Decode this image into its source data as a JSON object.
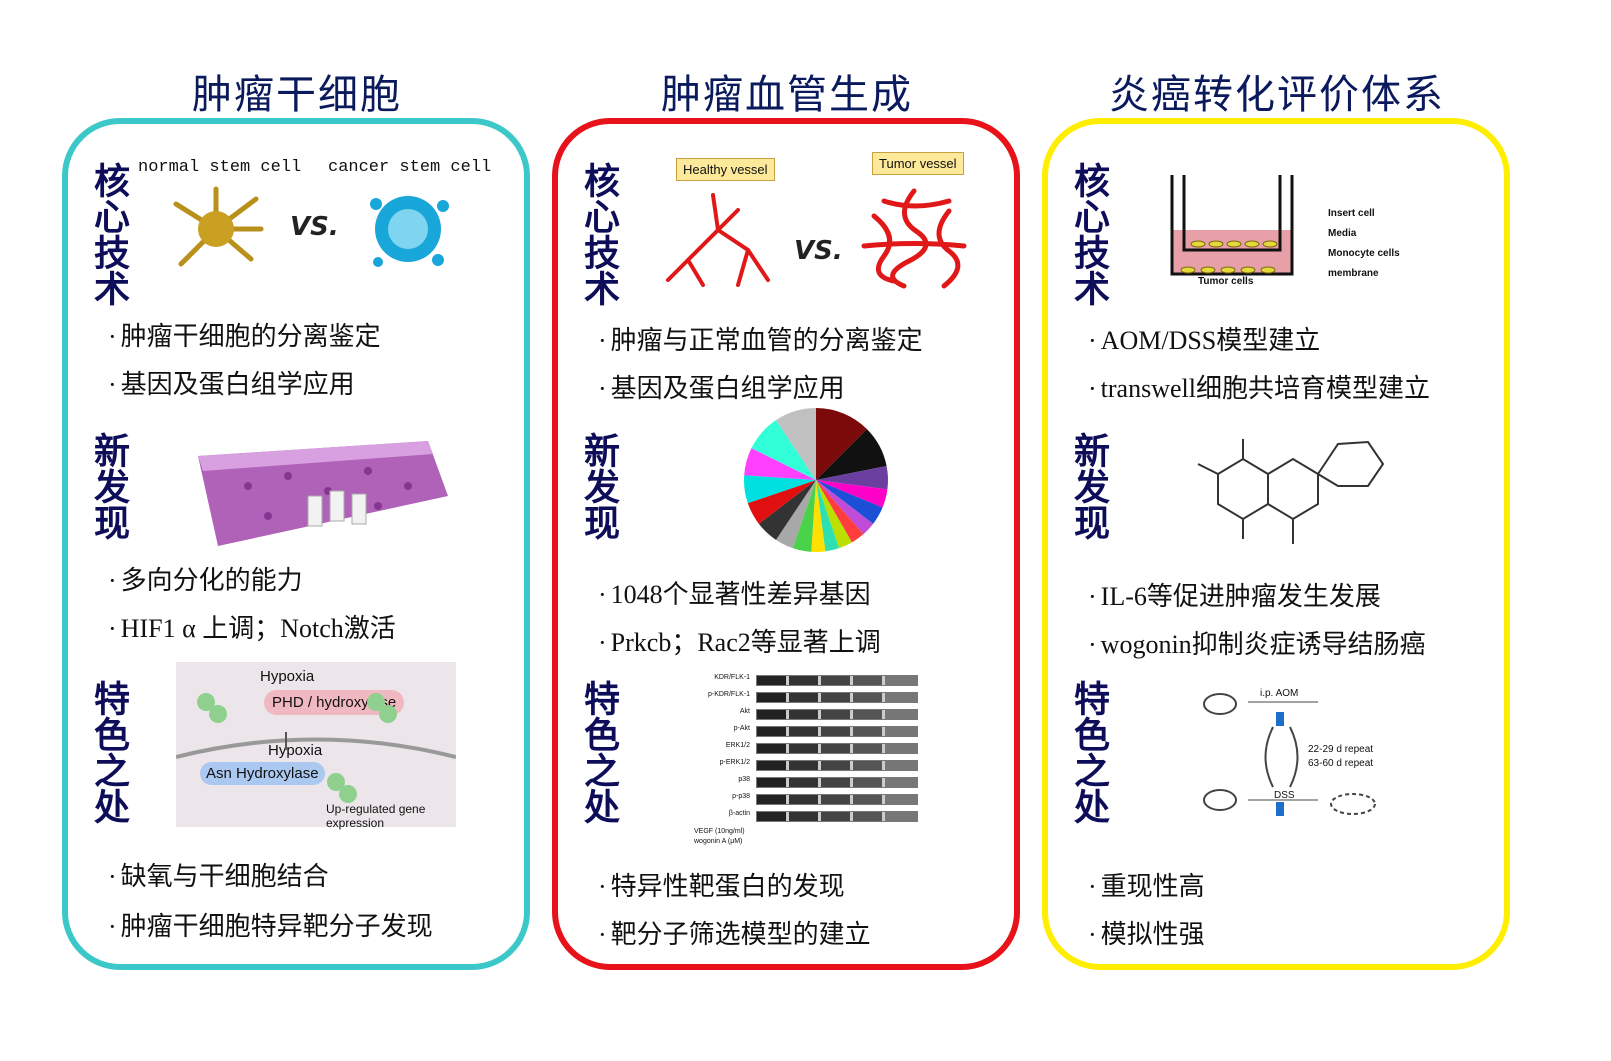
{
  "columns": [
    {
      "title": "肿瘤干细胞",
      "border_color": "#3cc8c8",
      "core_label": "核心技术",
      "core_images": {
        "left_label": "normal  stem cell",
        "right_label": "cancer stem cell",
        "vs": "VS."
      },
      "core_bullets": [
        "肿瘤干细胞的分离鉴定",
        "基因及蛋白组学应用"
      ],
      "new_label": "新发现",
      "new_bullets": [
        "多向分化的能力",
        "HIF1 α 上调；Notch激活"
      ],
      "feature_label": "特色之处",
      "feature_diagram": [
        "Hypoxia",
        "PHD / hydroxylase",
        "Hypoxia",
        "Asn Hydroxylase",
        "Up-regulated gene expression"
      ],
      "feature_bullets": [
        "缺氧与干细胞结合",
        "肿瘤干细胞特异靶分子发现"
      ]
    },
    {
      "title": "肿瘤血管生成",
      "border_color": "#e8131a",
      "core_label": "核心技术",
      "core_images": {
        "left_label": "Healthy vessel",
        "right_label": "Tumor vessel",
        "vs": "VS."
      },
      "core_bullets": [
        "肿瘤与正常血管的分离鉴定",
        "基因及蛋白组学应用"
      ],
      "new_label": "新发现",
      "new_bullets": [
        "1048个显著性差异基因",
        "Prkcb；Rac2等显著上调"
      ],
      "feature_label": "特色之处",
      "blot_rows": [
        "KDR/FLK-1",
        "p-KDR/FLK-1",
        "Akt",
        "p-Akt",
        "ERK1/2",
        "p-ERK1/2",
        "p38",
        "p-p38",
        "β-actin"
      ],
      "blot_footer": [
        "VEGF (10ng/ml)",
        "wogonin A (μM)"
      ],
      "feature_bullets": [
        "特异性靶蛋白的发现",
        "靶分子筛选模型的建立"
      ]
    },
    {
      "title": "炎癌转化评价体系",
      "border_color": "#ffee00",
      "core_label": "核心技术",
      "core_images": {
        "labels": [
          "Insert cell",
          "Media",
          "Monocyte cells",
          "membrane",
          "Tumor cells"
        ]
      },
      "core_bullets": [
        "AOM/DSS模型建立",
        "transwell细胞共培育模型建立"
      ],
      "new_label": "新发现",
      "new_bullets": [
        "IL-6等促进肿瘤发生发展",
        "wogonin抑制炎症诱导结肠癌"
      ],
      "feature_label": "特色之处",
      "mouse_labels": [
        "i.p. AOM",
        "22-29 d repeat",
        "63-60 d repeat",
        "DSS"
      ],
      "feature_bullets": [
        "重现性高",
        "模拟性强"
      ]
    }
  ],
  "pie": {
    "values": [
      12,
      9,
      5,
      4,
      4,
      3,
      3,
      3,
      3,
      3,
      4,
      4,
      5,
      5,
      6,
      6,
      8,
      9
    ],
    "colors": [
      "#7d0a0a",
      "#111",
      "#6b3fa0",
      "#ff00c8",
      "#1a4fd6",
      "#c04bd6",
      "#ff3d3d",
      "#bbe000",
      "#2ee0b0",
      "#ffe000",
      "#4ad24a",
      "#a8a8a8",
      "#333",
      "#e01010",
      "#00e0e0",
      "#ff40ff",
      "#32ffd8",
      "#c0c0c0"
    ]
  }
}
